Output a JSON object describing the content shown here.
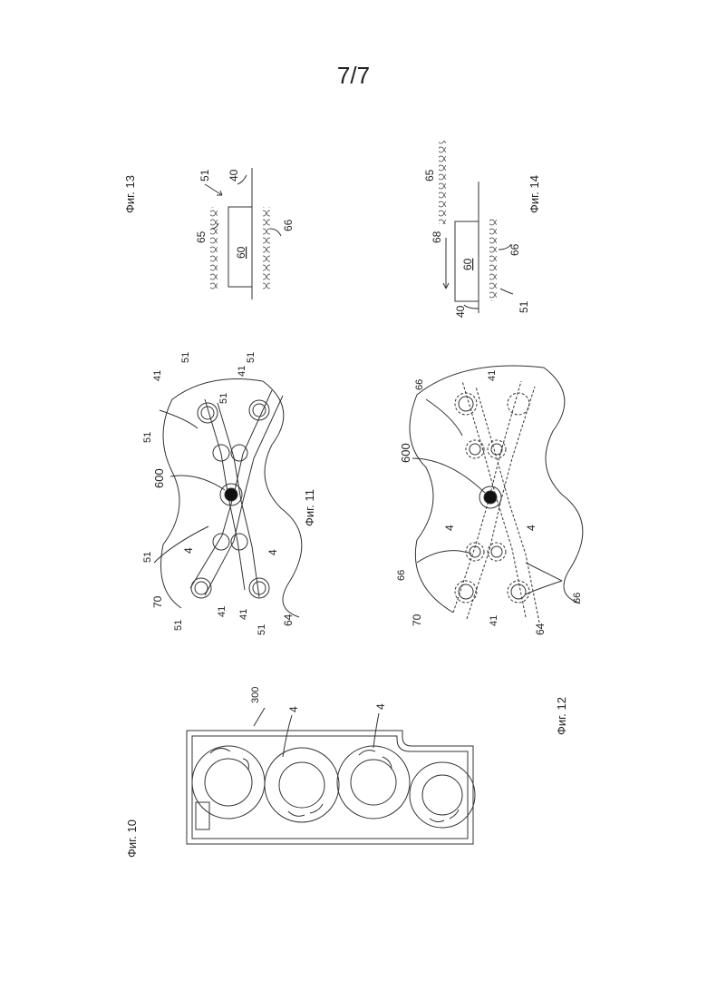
{
  "page": {
    "number": "7/7"
  },
  "figures": {
    "fig10": {
      "caption": "Фиг. 10",
      "ref_300": "300",
      "ref_4a": "4",
      "ref_4b": "4"
    },
    "fig11": {
      "caption": "Фиг. 11",
      "ref_600": "600",
      "ref_70": "70",
      "ref_64": "64",
      "ref_4a": "4",
      "ref_4b": "4",
      "ref_51": "51",
      "ref_41": "41"
    },
    "fig12": {
      "caption": "Фиг. 12",
      "ref_600": "600",
      "ref_70": "70",
      "ref_64": "64",
      "ref_4a": "4",
      "ref_4b": "4",
      "ref_66": "66",
      "ref_41": "41"
    },
    "fig13": {
      "caption": "Фиг. 13",
      "ref_51": "51",
      "ref_40": "40",
      "ref_65": "65",
      "ref_60": "60",
      "ref_66": "66"
    },
    "fig14": {
      "caption": "Фиг. 14",
      "ref_65": "65",
      "ref_68": "68",
      "ref_60": "60",
      "ref_66": "66",
      "ref_40": "40",
      "ref_51": "51"
    }
  }
}
